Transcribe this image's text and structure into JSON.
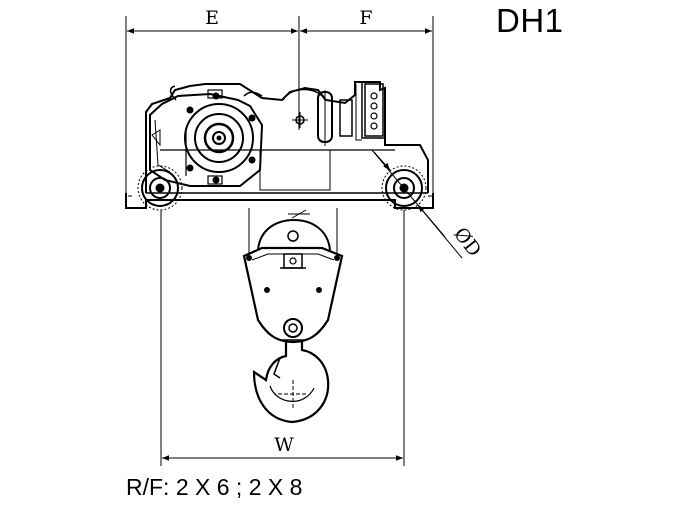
{
  "title": "DH1",
  "dimensions": {
    "e": "E",
    "f": "F",
    "d": "ØD",
    "w": "W"
  },
  "caption": "R/F: 2 X 6 ; 2 X 8",
  "colors": {
    "line": "#000000",
    "background": "#ffffff"
  }
}
